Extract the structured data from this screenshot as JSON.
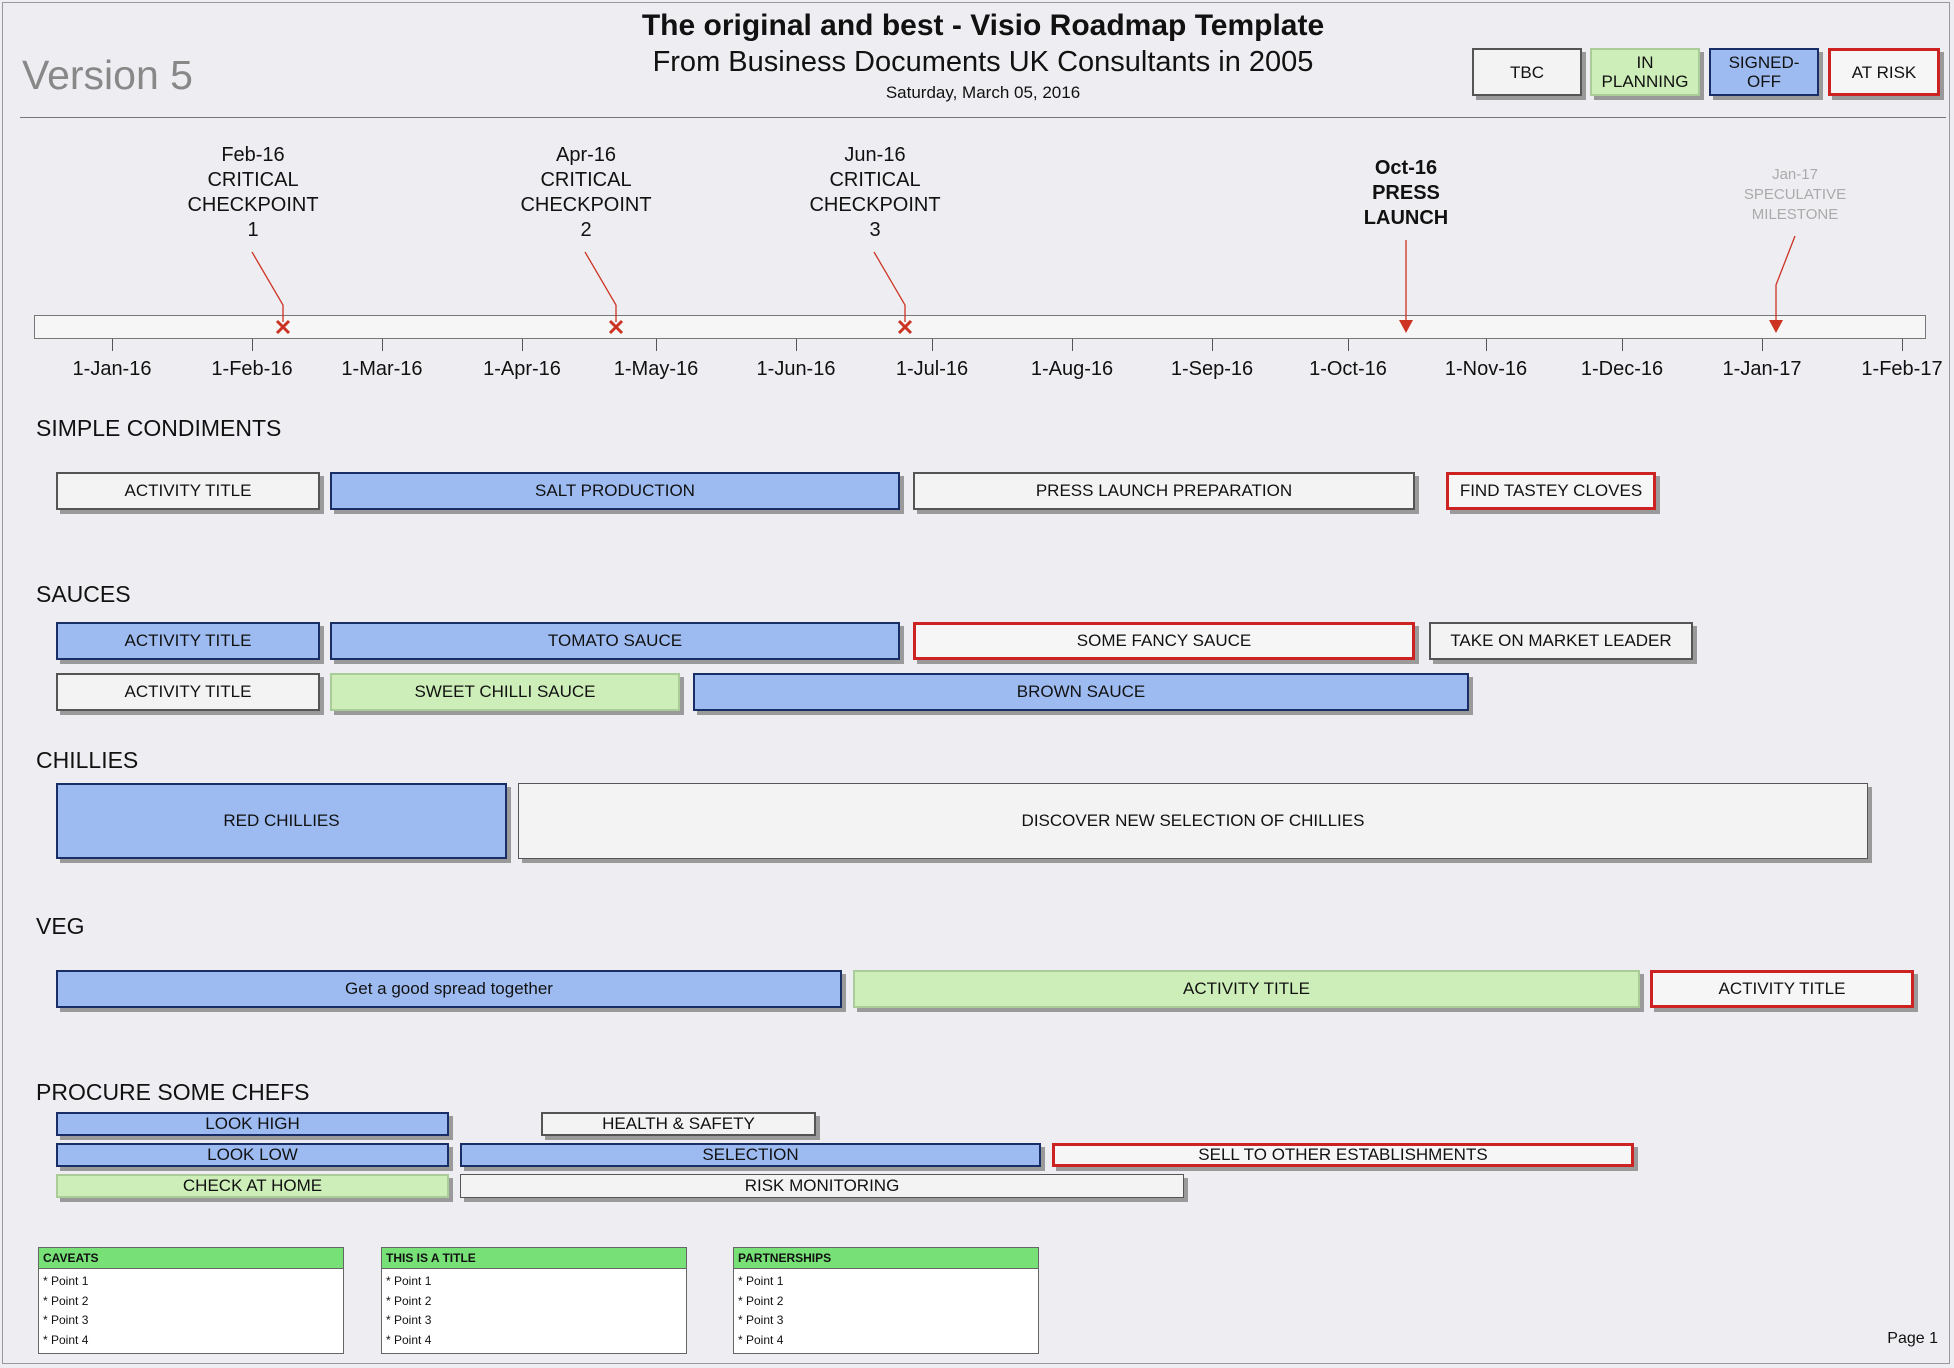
{
  "header": {
    "version": "Version 5",
    "title": "The original and best - Visio Roadmap Template",
    "subtitle": "From Business Documents UK Consultants in 2005",
    "date": "Saturday, March 05, 2016"
  },
  "legend": {
    "tbc": "TBC",
    "in_planning": "IN PLANNING",
    "signed_off": "SIGNED- OFF",
    "at_risk": "AT RISK"
  },
  "milestones": {
    "m1": {
      "date": "Feb-16",
      "line2": "CRITICAL",
      "line3": "CHECKPOINT",
      "line4": "1"
    },
    "m2": {
      "date": "Apr-16",
      "line2": "CRITICAL",
      "line3": "CHECKPOINT",
      "line4": "2"
    },
    "m3": {
      "date": "Jun-16",
      "line2": "CRITICAL",
      "line3": "CHECKPOINT",
      "line4": "3"
    },
    "m4": {
      "date": "Oct-16",
      "line2": "PRESS",
      "line3": "LAUNCH"
    },
    "m5": {
      "date": "Jan-17",
      "line2": "SPECULATIVE",
      "line3": "MILESTONE"
    }
  },
  "timeline": {
    "months": [
      "1-Jan-16",
      "1-Feb-16",
      "1-Mar-16",
      "1-Apr-16",
      "1-May-16",
      "1-Jun-16",
      "1-Jul-16",
      "1-Aug-16",
      "1-Sep-16",
      "1-Oct-16",
      "1-Nov-16",
      "1-Dec-16",
      "1-Jan-17",
      "1-Feb-17"
    ]
  },
  "sections": {
    "condiments": {
      "title": "SIMPLE CONDIMENTS",
      "activity": "ACTIVITY TITLE",
      "salt": "SALT PRODUCTION",
      "press_prep": "PRESS LAUNCH PREPARATION",
      "cloves": "FIND TASTEY CLOVES"
    },
    "sauces": {
      "title": "SAUCES",
      "activity1": "ACTIVITY TITLE",
      "tomato": "TOMATO SAUCE",
      "fancy": "SOME FANCY SAUCE",
      "market": "TAKE ON MARKET LEADER",
      "activity2": "ACTIVITY TITLE",
      "chilli": "SWEET CHILLI SAUCE",
      "brown": "BROWN SAUCE"
    },
    "chillies": {
      "title": "CHILLIES",
      "red": "RED CHILLIES",
      "discover": "DISCOVER NEW SELECTION OF CHILLIES"
    },
    "veg": {
      "title": "VEG",
      "spread": "Get a good spread together",
      "activity1": "ACTIVITY TITLE",
      "activity2": "ACTIVITY TITLE"
    },
    "chefs": {
      "title": "PROCURE SOME CHEFS",
      "look_high": "LOOK HIGH",
      "health": "HEALTH & SAFETY",
      "look_low": "LOOK LOW",
      "selection": "SELECTION",
      "sell": "SELL TO OTHER ESTABLISHMENTS",
      "check_home": "CHECK AT HOME",
      "risk_mon": "RISK MONITORING"
    }
  },
  "notes": [
    {
      "title": "CAVEATS",
      "points": [
        "* Point 1",
        "* Point 2",
        "* Point 3",
        "* Point 4"
      ]
    },
    {
      "title": "THIS IS A TITLE",
      "points": [
        "* Point 1",
        "* Point 2",
        "* Point 3",
        "* Point 4"
      ]
    },
    {
      "title": "PARTNERSHIPS",
      "points": [
        "* Point 1",
        "* Point 2",
        "* Point 3",
        "* Point 4"
      ]
    }
  ],
  "footer": {
    "page": "Page 1"
  },
  "colors": {
    "tbc": "#f3f3f3",
    "in_planning": "#cdeeb8",
    "signed_off": "#9dbbf1",
    "at_risk": "#cc2222",
    "milestone_marker": "#cc3322"
  }
}
